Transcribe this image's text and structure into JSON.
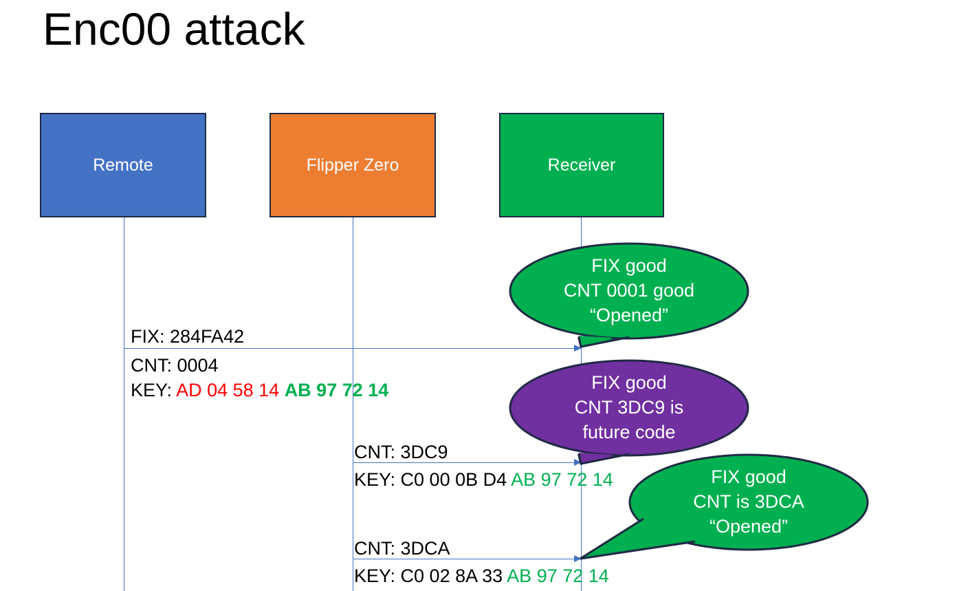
{
  "slide": {
    "title": "Enc00 attack",
    "background": "#ffffff"
  },
  "colors": {
    "remote_box": "#4472C4",
    "flipper_box": "#ED7D31",
    "receiver_box": "#00B050",
    "callout_green": "#00B050",
    "callout_purple": "#7030A0",
    "lifeline": "#4472C4",
    "hex_red": "#FF0000",
    "hex_green": "#00B050",
    "outline": "#1f2a44"
  },
  "actors": [
    {
      "id": "remote",
      "label": "Remote"
    },
    {
      "id": "flipper",
      "label": "Flipper Zero"
    },
    {
      "id": "receiver",
      "label": "Receiver"
    }
  ],
  "messages": [
    {
      "id": "msg-1",
      "from": "remote",
      "to": "receiver",
      "lines": [
        {
          "id": "fix",
          "text": "FIX: 284FA42"
        },
        {
          "id": "cnt",
          "text": "CNT: 0004"
        },
        {
          "id": "key",
          "prefix": "KEY: ",
          "red": "AD 04 58 14 ",
          "green": "AB 97 72 14",
          "green_bold": true
        }
      ]
    },
    {
      "id": "msg-2",
      "from": "flipper",
      "to": "receiver",
      "lines": [
        {
          "id": "cnt",
          "text": "CNT: 3DC9"
        },
        {
          "id": "key",
          "prefix": "KEY: C0 00 0B D4 ",
          "red": "",
          "green": "AB 97 72 14",
          "green_bold": false
        }
      ]
    },
    {
      "id": "msg-3",
      "from": "flipper",
      "to": "receiver",
      "lines": [
        {
          "id": "cnt",
          "text": "CNT: 3DCA"
        },
        {
          "id": "key",
          "prefix": "KEY: C0 02 8A 33 ",
          "red": "",
          "green": "AB 97 72 14",
          "green_bold": false
        }
      ]
    }
  ],
  "callouts": [
    {
      "id": "callout-1",
      "color": "#00B050",
      "lines": [
        "FIX good",
        "CNT 0001 good",
        "“Opened”"
      ]
    },
    {
      "id": "callout-2",
      "color": "#7030A0",
      "lines": [
        "FIX good",
        "CNT 3DC9 is",
        "future code"
      ]
    },
    {
      "id": "callout-3",
      "color": "#00B050",
      "lines": [
        "FIX good",
        "CNT is 3DCA",
        "“Opened”"
      ]
    }
  ]
}
